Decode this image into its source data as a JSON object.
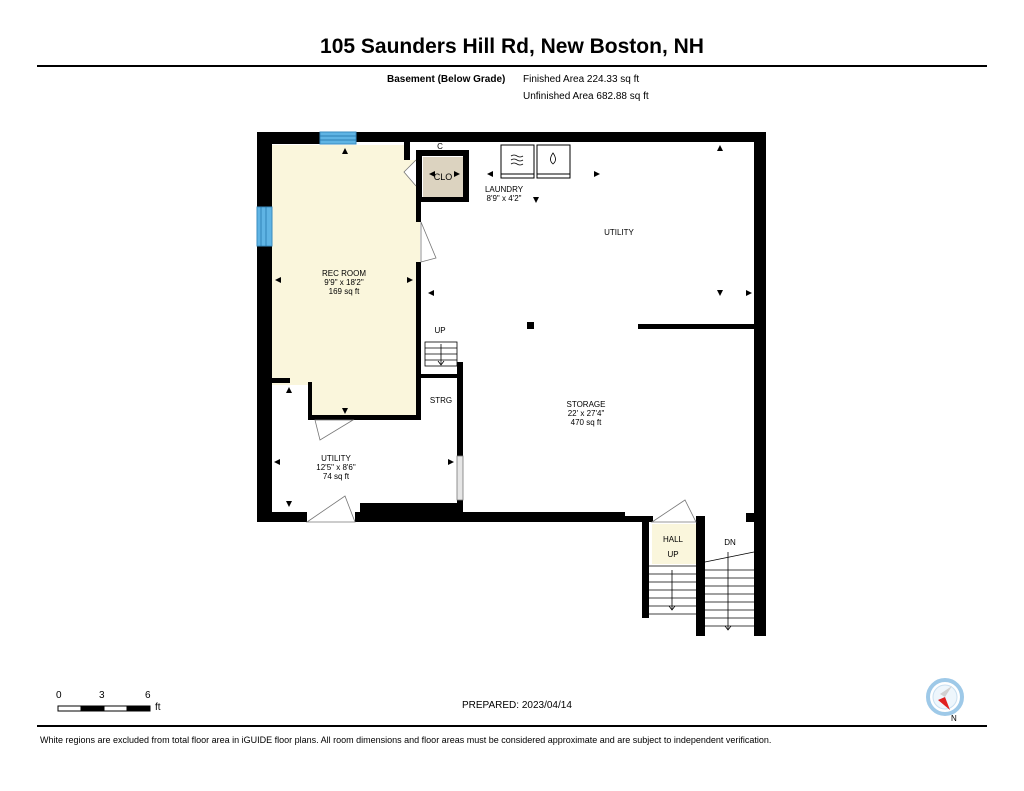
{
  "title": "105 Saunders Hill Rd, New Boston, NH",
  "area": {
    "level": "Basement (Below Grade)",
    "finished": "Finished Area 224.33 sq ft",
    "unfinished": "Unfinished Area 682.88 sq ft"
  },
  "rooms": {
    "rec_room": {
      "name": "REC ROOM",
      "dims": "9'9\" x 18'2\"",
      "area": "169 sq ft"
    },
    "clo": {
      "name": "CLO"
    },
    "c": {
      "name": "C"
    },
    "laundry": {
      "name": "LAUNDRY",
      "dims": "8'9\" x 4'2\""
    },
    "utility_top": {
      "name": "UTILITY"
    },
    "storage": {
      "name": "STORAGE",
      "dims": "22' x 27'4\"",
      "area": "470 sq ft"
    },
    "strg": {
      "name": "STRG"
    },
    "up_stair": {
      "name": "UP"
    },
    "utility_bottom": {
      "name": "UTILITY",
      "dims": "12'5\" x 8'6\"",
      "area": "74 sq ft"
    },
    "hall": {
      "name": "HALL",
      "up": "UP"
    },
    "dn": {
      "name": "DN"
    }
  },
  "scale": {
    "ticks": [
      "0",
      "3",
      "6"
    ],
    "unit": "ft"
  },
  "prepared": "PREPARED: 2023/04/14",
  "compass": {
    "label": "N"
  },
  "footer": "White regions are excluded from total floor area in iGUIDE floor plans. All room dimensions and floor areas must be considered approximate and are subject to independent verification.",
  "colors": {
    "finished": "#faf6dc",
    "closet": "#dcd3c0",
    "window": "#5fb4e4",
    "wall": "#000000",
    "compass_needle": "#e0201f",
    "compass_ring": "#9ec9e8"
  }
}
